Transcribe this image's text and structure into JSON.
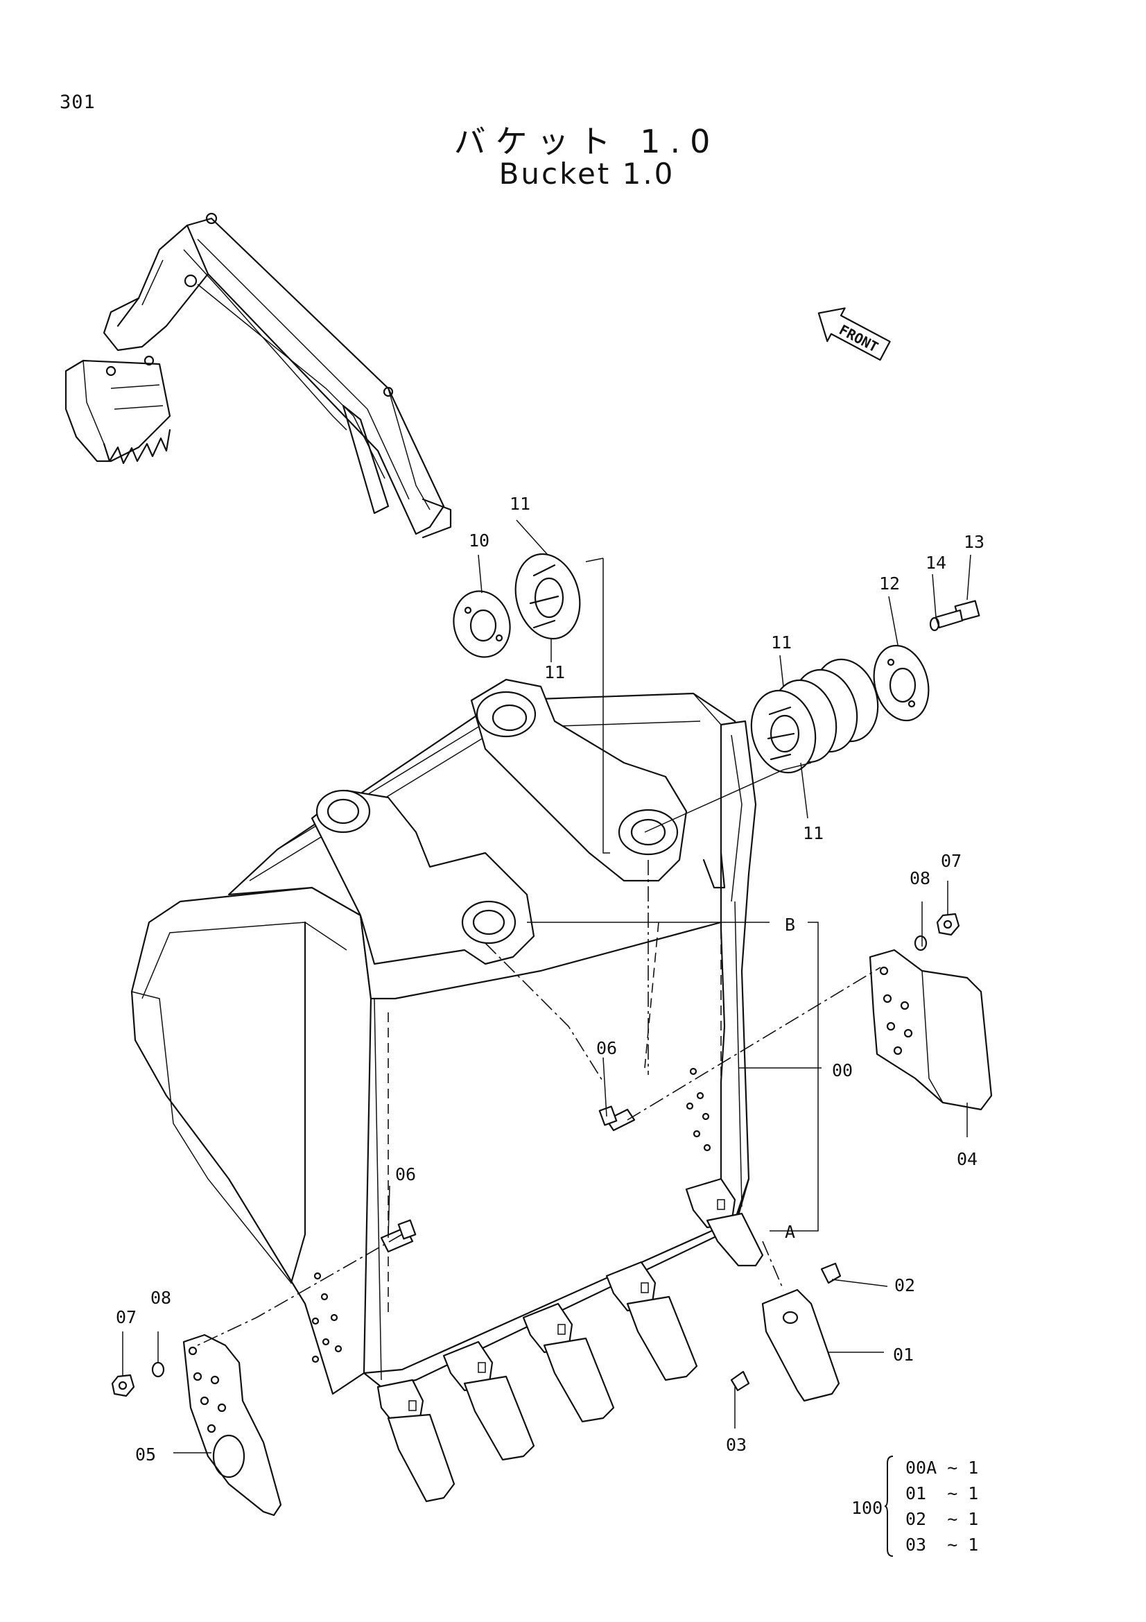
{
  "page_number": "301",
  "title_jp": "バケット 1.0",
  "title_en": "Bucket 1.0",
  "front_label": "FRONT",
  "callouts": {
    "c00": "00",
    "c01": "01",
    "c02": "02",
    "c03": "03",
    "c04": "04",
    "c05": "05",
    "c06a": "06",
    "c06b": "06",
    "c07a": "07",
    "c07b": "07",
    "c08a": "08",
    "c08b": "08",
    "c10": "10",
    "c11a": "11",
    "c11b": "11",
    "c11c": "11",
    "c11d": "11",
    "c12": "12",
    "c13": "13",
    "c14": "14",
    "cA": "A",
    "cB": "B"
  },
  "kit": {
    "number": "100",
    "items": [
      "00A ~ 1",
      "01  ~ 1",
      "02  ~ 1",
      "03  ~ 1"
    ]
  }
}
